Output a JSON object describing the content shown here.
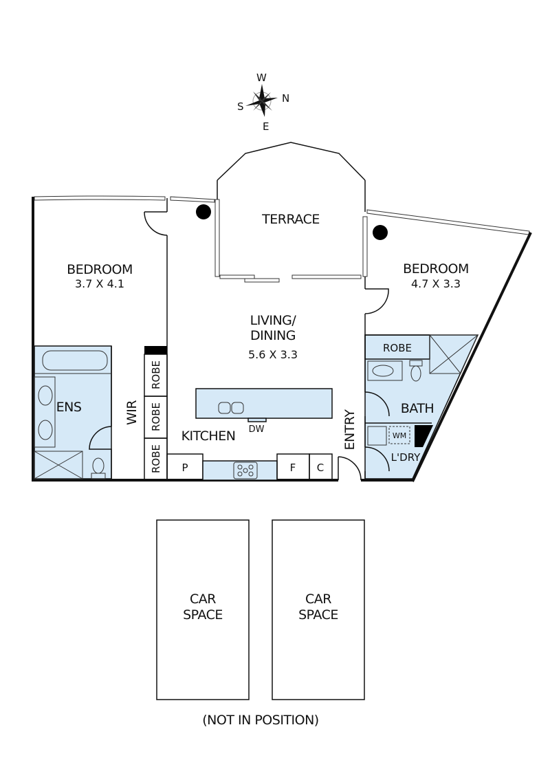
{
  "compass": {
    "north": "N",
    "south": "S",
    "east": "E",
    "west": "W"
  },
  "rooms": {
    "terrace": "TERRACE",
    "bedroom1": {
      "name": "BEDROOM",
      "size": "3.7 X 4.1"
    },
    "bedroom2": {
      "name": "BEDROOM",
      "size": "4.7 X 3.3"
    },
    "living": {
      "name_line1": "LIVING/",
      "name_line2": "DINING",
      "size": "5.6 X 3.3"
    },
    "ensuite": "ENS",
    "wir": "WIR",
    "robe_left": [
      "ROBE",
      "ROBE",
      "ROBE"
    ],
    "robe_right": "ROBE",
    "kitchen": "KITCHEN",
    "dishwasher": "DW",
    "pantry": "P",
    "fridge": "F",
    "cupboard": "C",
    "entry": "ENTRY",
    "bath": "BATH",
    "washing_machine": "WM",
    "laundry": "L'DRY"
  },
  "parking": {
    "spaces": [
      {
        "line1": "CAR",
        "line2": "SPACE"
      },
      {
        "line1": "CAR",
        "line2": "SPACE"
      }
    ],
    "note": "(NOT IN POSITION)"
  },
  "colors": {
    "wet_area": "#d6e9f7",
    "wall": "#111111"
  }
}
